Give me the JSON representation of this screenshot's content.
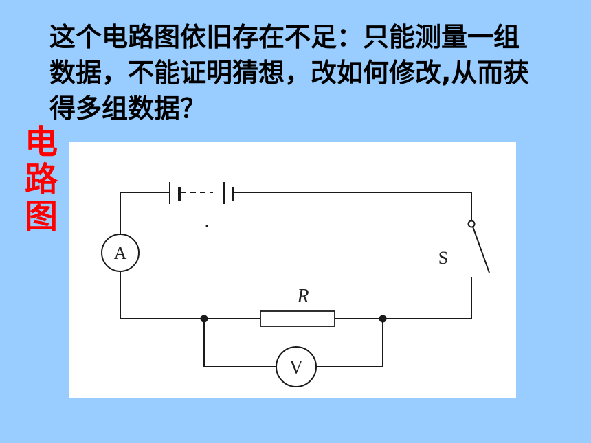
{
  "question": {
    "text": "这个电路图依旧存在不足：只能测量一组数据，不能证明猜想，改如何修改,从而获得多组数据？"
  },
  "side_label": {
    "chars": [
      "电",
      "路",
      "图"
    ]
  },
  "diagram": {
    "ammeter_label": "A",
    "voltmeter_label": "V",
    "resistor_label": "R",
    "switch_label": "S"
  },
  "colors": {
    "background": "#99ccff",
    "label_red": "#ff0000",
    "panel": "#ffffff"
  }
}
